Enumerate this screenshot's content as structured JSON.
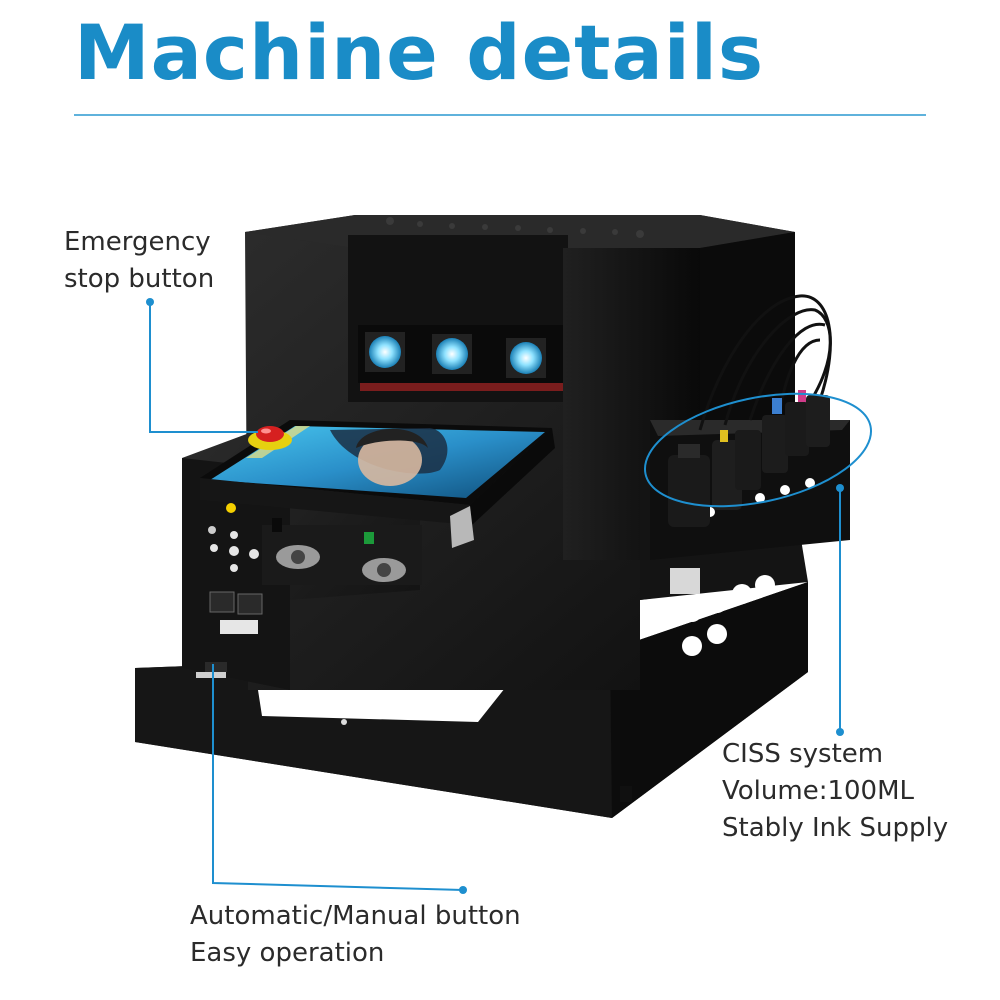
{
  "title": "Machine details",
  "callouts": {
    "emergency": {
      "lines": [
        "Emergency",
        "stop button"
      ]
    },
    "ciss": {
      "lines": [
        "CISS system",
        "Volume:100ML",
        "Stably Ink Supply"
      ]
    },
    "auto": {
      "lines": [
        "Automatic/Manual button",
        "Easy operation"
      ]
    }
  },
  "colors": {
    "accent": "#1a8cc7",
    "leader_line": "#1e8fcf",
    "text": "#2b2b2b",
    "machine_body": "#1b1b1b"
  },
  "image": {
    "subject": "uv-flatbed-printer"
  }
}
